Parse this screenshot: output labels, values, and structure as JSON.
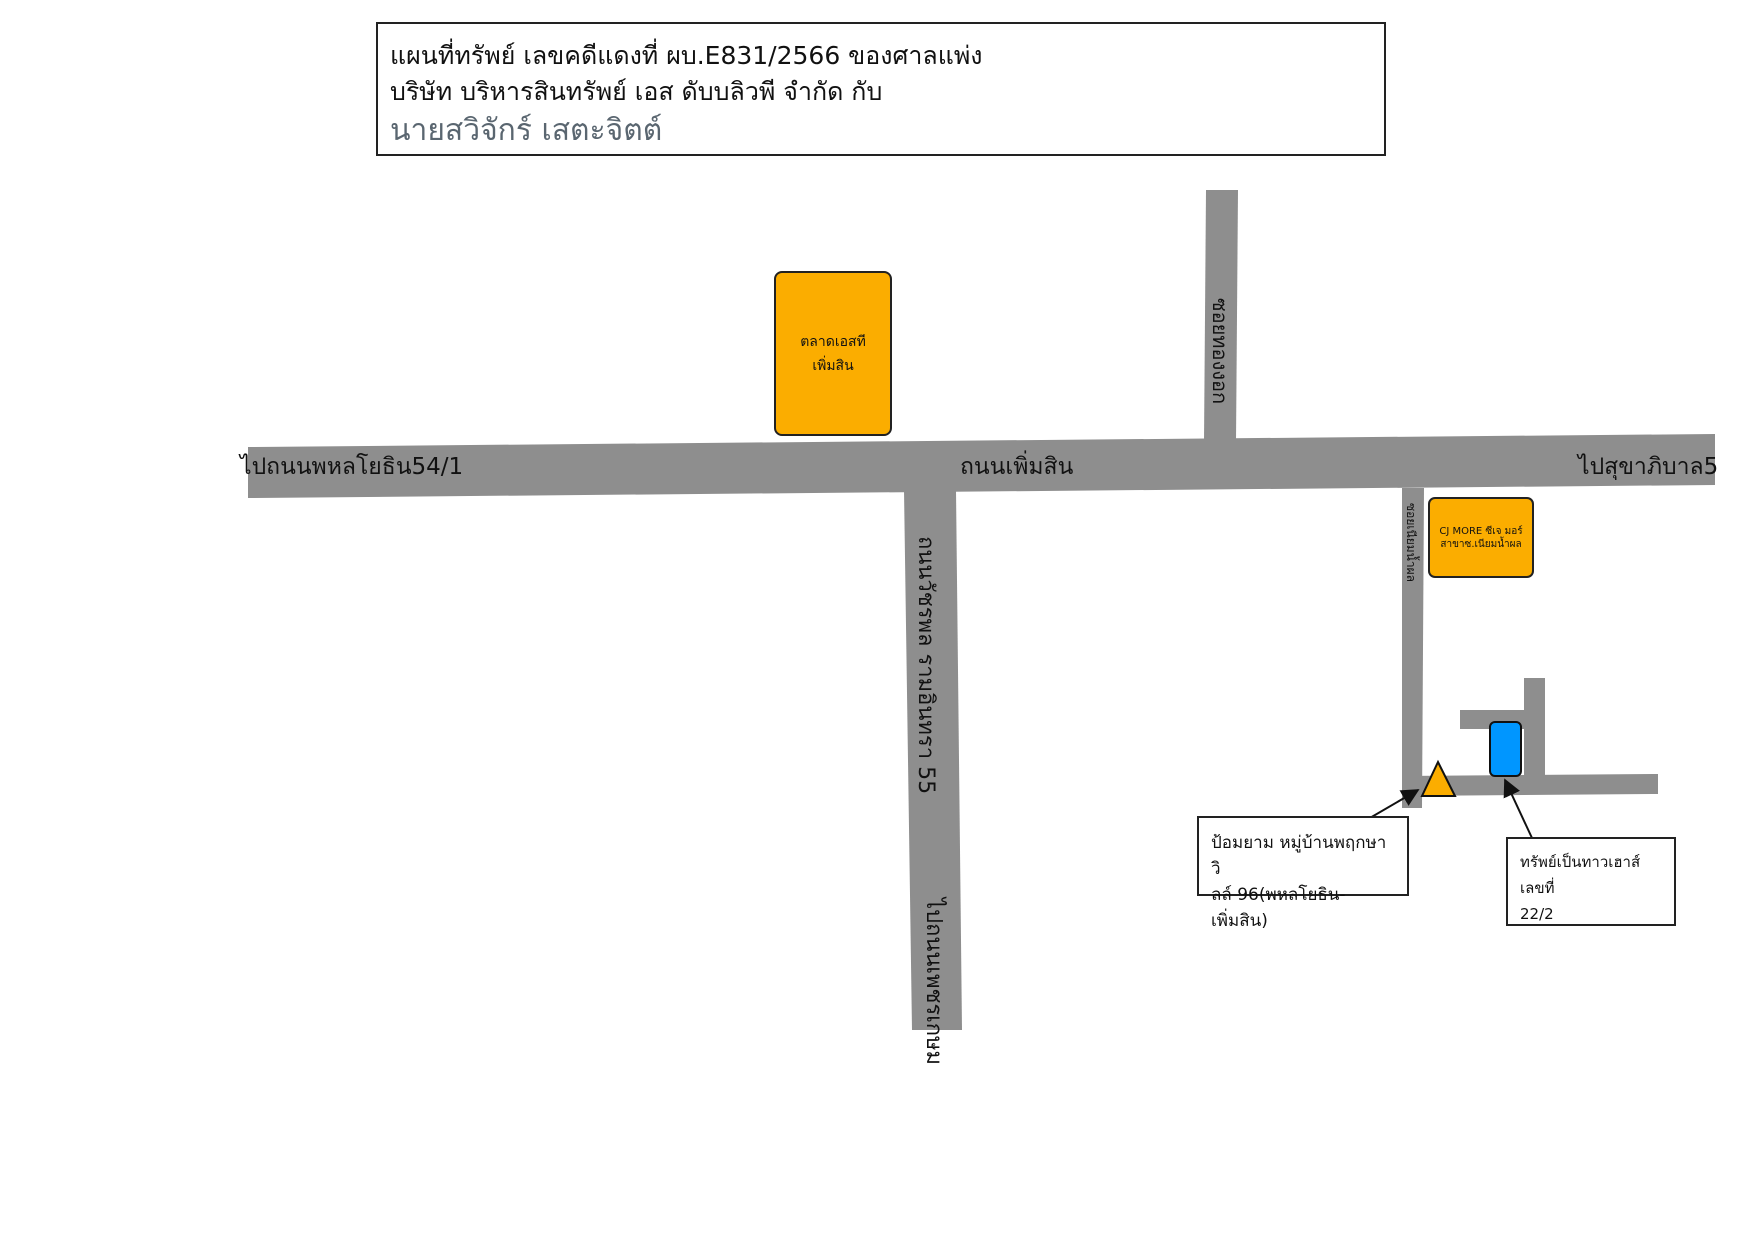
{
  "title": {
    "line1": "แผนที่ทรัพย์ เลขคดีแดงที่ ผบ.E831/2566 ของศาลแพ่ง",
    "line2": "บริษัท บริหารสินทรัพย์ เอส ดับบลิวพี จำกัด  กับ",
    "line3": "นายสวิจักร์ เสตะจิตต์"
  },
  "roads": {
    "main_left": "ไปถนนพหลโยธิน54/1",
    "main_center": "ถนนเพิ่มสิน",
    "main_right": "ไปสุขาภิบาล5",
    "soi_top": "ซอยทองงอก",
    "road_south": "ถนนวัชรพล รามอินทรา 55",
    "road_south_end": "ไปถนนเพชรเกษม",
    "soi_right": "ซอยเนียมน้ำผล"
  },
  "landmarks": {
    "market": "ตลาดเอสที\nเพิ่มสิน",
    "cjmore": "CJ MORE ซีเจ มอร์\nสาขาซ.เนียมน้ำผล"
  },
  "callouts": {
    "guard_post": "ป้อมยาม หมู่บ้านพฤกษาวิ\nลล์ 96(พหลโยธิน-เพิ่มสิน)",
    "property": "ทรัพย์เป็นทาวเฮาส์เลขที่\n22/2"
  },
  "colors": {
    "road": "#8e8e8e",
    "landmark": "#fbad00",
    "property": "#0096ff",
    "guard_marker": "#fbad00"
  }
}
